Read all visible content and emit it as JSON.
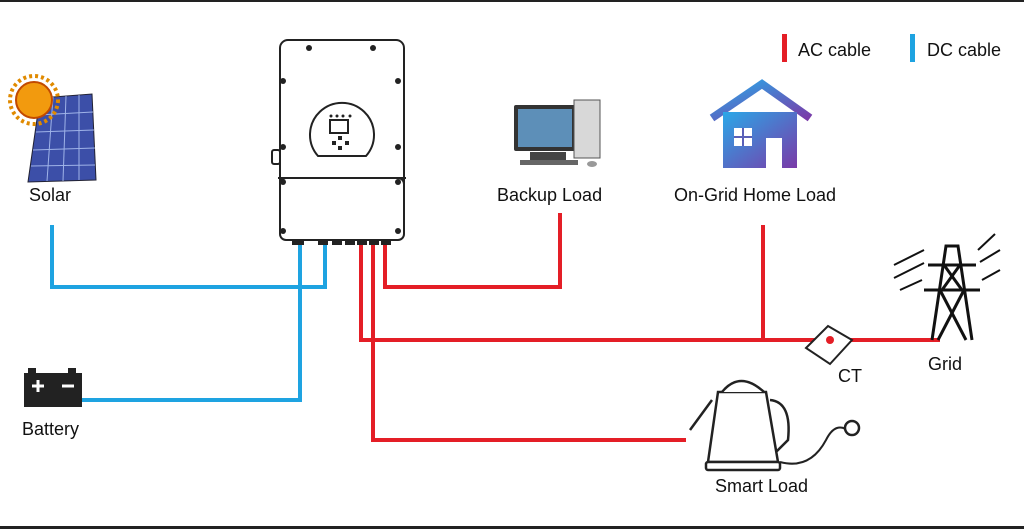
{
  "legend": {
    "ac_label": "AC cable",
    "dc_label": "DC cable",
    "ac_color": "#e41e26",
    "dc_color": "#1ea3e1"
  },
  "nodes": {
    "solar": "Solar",
    "battery": "Battery",
    "backup_load": "Backup Load",
    "home_load": "On-Grid Home Load",
    "grid": "Grid",
    "ct": "CT",
    "smart_load": "Smart Load"
  },
  "connections": [
    {
      "from": "Solar",
      "to": "Inverter",
      "cable": "DC"
    },
    {
      "from": "Battery",
      "to": "Inverter",
      "cable": "DC"
    },
    {
      "from": "Inverter",
      "to": "Backup Load",
      "cable": "AC"
    },
    {
      "from": "Inverter",
      "to": "Grid",
      "cable": "AC",
      "via": "CT"
    },
    {
      "from": "On-Grid Home Load",
      "to": "Grid line",
      "cable": "AC"
    },
    {
      "from": "Inverter",
      "to": "Smart Load",
      "cable": "AC"
    }
  ]
}
